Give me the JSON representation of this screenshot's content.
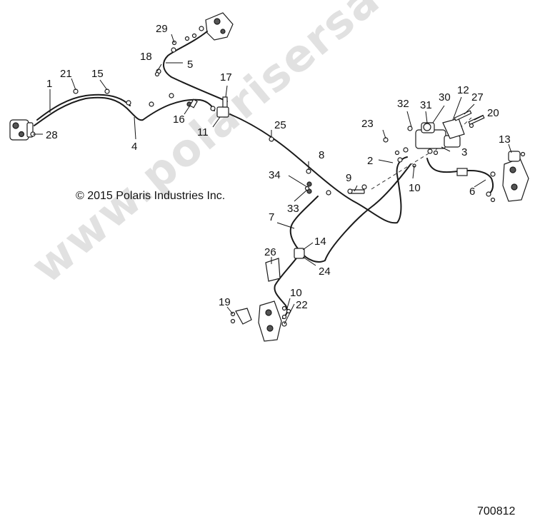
{
  "copyright": "© 2015 Polaris Industries Inc.",
  "diagram_code": "700812",
  "watermark": "www.polarisersatzteile.de",
  "callouts": [
    "1",
    "2",
    "3",
    "4",
    "5",
    "6",
    "7",
    "8",
    "9",
    "10",
    "10",
    "11",
    "12",
    "13",
    "14",
    "15",
    "16",
    "17",
    "18",
    "19",
    "20",
    "21",
    "22",
    "23",
    "24",
    "25",
    "26",
    "27",
    "28",
    "29",
    "30",
    "31",
    "32",
    "33",
    "34"
  ]
}
